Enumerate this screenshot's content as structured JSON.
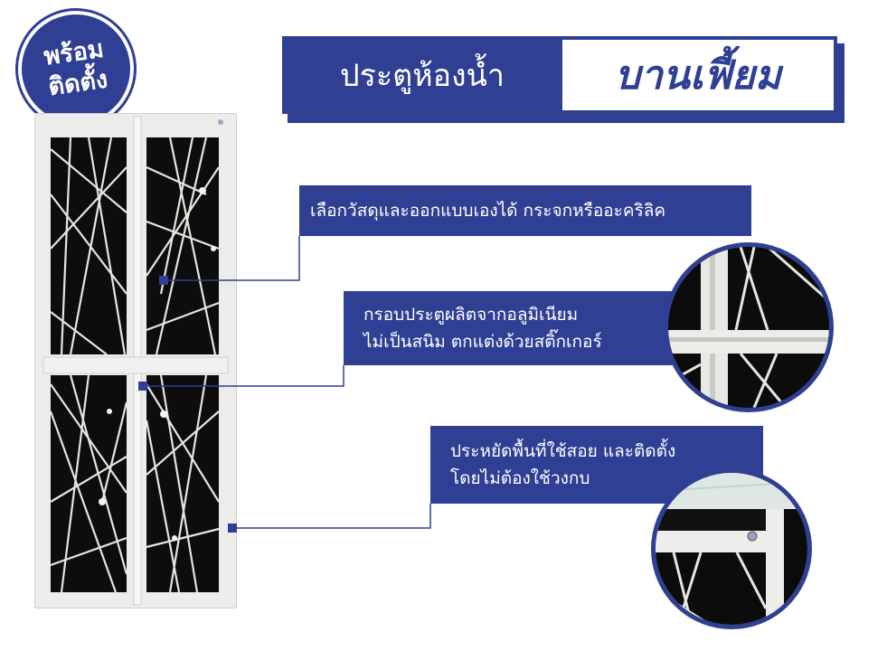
{
  "badge": {
    "line1": "พร้อม",
    "line2": "ติดตั้ง"
  },
  "title": {
    "left": "ประตูห้องน้ำ",
    "right": "บานเฟี้ยม"
  },
  "callouts": [
    {
      "lines": [
        "เลือกวัสดุและออกแบบเองได้ กระจกหรืออะคริลิค"
      ]
    },
    {
      "lines": [
        "กรอบประตูผลิตจากอลูมิเนียม",
        "ไม่เป็นสนิม ตกแต่งด้วยสติ๊กเกอร์"
      ]
    },
    {
      "lines": [
        "ประหยัดพื้นที่ใช้สอย และติดตั้ง",
        "โดยไม่ต้องใช้วงกบ"
      ]
    }
  ],
  "colors": {
    "brand": "#2f3f93",
    "frame": "#ececea",
    "panel": "#0d0d0d"
  }
}
